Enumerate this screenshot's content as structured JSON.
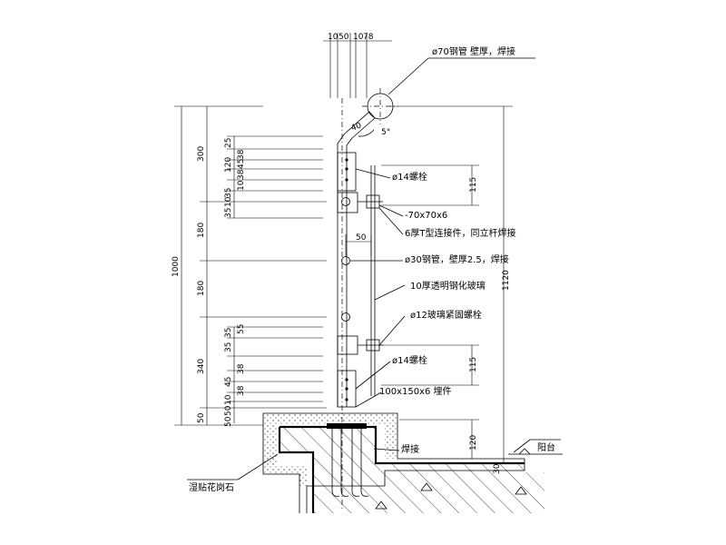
{
  "labels": {
    "top_rail": "ø70钢管 壁厚，焊接",
    "bolt_upper": "ø14螺栓",
    "plate": "-70x70x6",
    "t_connector": "6厚T型连接件，同立杆焊接",
    "pipe30": "ø30钢管，壁厚2.5，焊接",
    "glass": "10厚透明钢化玻璃",
    "glass_bolt": "ø12玻璃紧固螺栓",
    "bolt_lower": "ø14螺栓",
    "embed": "100x150x6 埋件",
    "weld": "焊接",
    "balcony": "阳台",
    "granite": "湿贴花岗石"
  },
  "top_dims": [
    "10",
    "50",
    "10",
    "78"
  ],
  "dims_left_outer": {
    "total": "1000"
  },
  "dims_left_mid": [
    "300",
    "180",
    "180",
    "340",
    "50"
  ],
  "dims_left_inner_upper": [
    "25",
    "120",
    "38",
    "45",
    "38",
    "10",
    "35",
    "10",
    "35"
  ],
  "dims_left_inner_lower": [
    "35",
    "55",
    "35",
    "38",
    "45",
    "38",
    "10",
    "50",
    "50"
  ],
  "dims_right": {
    "upper_115": "115",
    "lower_115": "115",
    "base_120": "120",
    "total_1120": "1120",
    "step_30": "30"
  },
  "angle": {
    "len": "40",
    "deg": "5°"
  },
  "spacing_50": "50"
}
